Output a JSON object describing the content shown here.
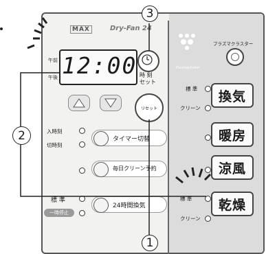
{
  "header": {
    "brand": "MAX",
    "model": "Dry-Fan 24"
  },
  "display": {
    "time": "12:00",
    "am": "午前",
    "pm": "午後"
  },
  "controls": {
    "clock_set_label_1": "時 刻",
    "clock_set_label_2": "セット",
    "reset_label": "リセット",
    "timer_on_label": "入時刻",
    "timer_off_label": "切時刻",
    "timer_button": "タイマー切替",
    "daily_clean_button": "毎日クリーン予約",
    "vent24_label_std": "標 準",
    "vent24_label_pause": "一時停止",
    "vent24_button": "24時間換気"
  },
  "right_panel": {
    "plasma_label": "プラズマクラスター",
    "plasmacluster_logo": "Plasmacluster",
    "std_label": "標 準",
    "clean_label": "クリーン",
    "modes": [
      {
        "name": "換気"
      },
      {
        "name": "暖房"
      },
      {
        "name": "涼風"
      },
      {
        "name": "乾燥"
      }
    ],
    "dry_std": "標 準",
    "dry_clean": "クリーン"
  },
  "callouts": {
    "one": "1",
    "two": "2",
    "three": "3"
  },
  "colors": {
    "panel": "#f2f2f0",
    "right_panel": "#dcdcdc",
    "ink": "#1a1a1a"
  }
}
